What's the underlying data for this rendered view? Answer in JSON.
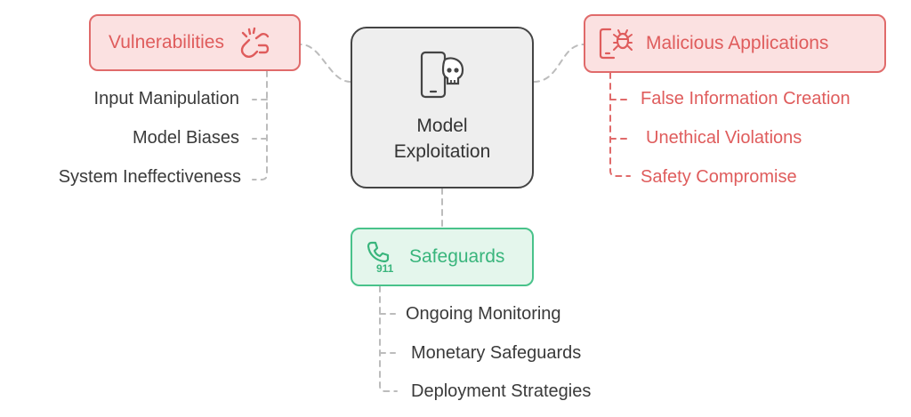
{
  "center": {
    "title_line1": "Model",
    "title_line2": "Exploitation",
    "icon": "phone-skull-icon"
  },
  "vulnerabilities": {
    "label": "Vulnerabilities",
    "icon": "broken-link-icon",
    "items": [
      "Input Manipulation",
      "Model Biases",
      "System Ineffectiveness"
    ]
  },
  "malicious": {
    "label": "Malicious Applications",
    "icon": "phone-bug-icon",
    "items": [
      "False Information Creation",
      "Unethical Violations",
      "Safety Compromise"
    ]
  },
  "safeguards": {
    "label": "Safeguards",
    "icon": "phone-911-icon",
    "icon_text": "911",
    "items": [
      "Ongoing Monitoring",
      "Monetary Safeguards",
      "Deployment Strategies"
    ]
  },
  "colors": {
    "red": "#df5c5c",
    "green": "#39b57c",
    "dark": "#444444",
    "connector": "#bbbbbb"
  }
}
